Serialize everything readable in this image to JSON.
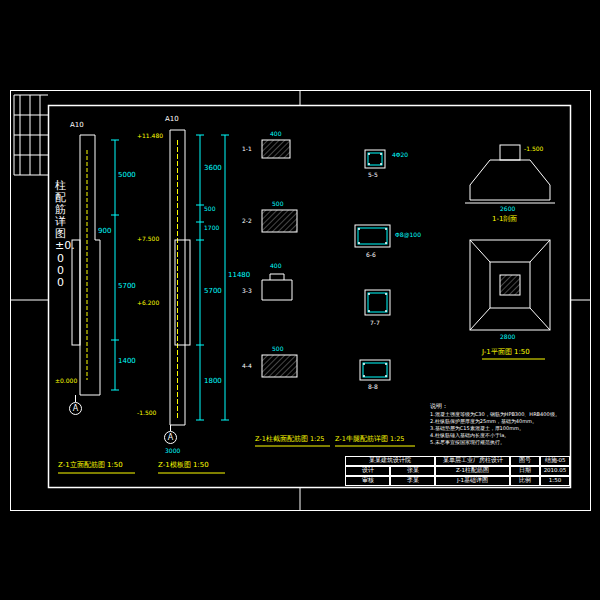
{
  "diagram": {
    "nodes": [
      {
        "text": [
          "A"
        ]
      },
      {
        "text": [
          "A"
        ]
      },
      {
        "text": [
          "某某建筑设计院"
        ]
      },
      {
        "text": [
          "某单层工业厂房柱设计"
        ]
      },
      {
        "text": [
          "图号"
        ]
      },
      {
        "text": [
          "结施-05"
        ]
      },
      {
        "text": [
          "设计"
        ]
      },
      {
        "text": [
          "张某"
        ]
      },
      {
        "text": [
          "Z-1柱配筋图"
        ]
      },
      {
        "text": [
          "日期"
        ]
      },
      {
        "text": [
          "2010.05"
        ]
      },
      {
        "text": [
          "审核"
        ]
      },
      {
        "text": [
          "李某"
        ]
      },
      {
        "text": [
          "J-1基础详图"
        ]
      },
      {
        "text": [
          "比例"
        ]
      },
      {
        "text": [
          "1:50"
        ]
      }
    ],
    "labels": [
      "A10",
      "5000",
      "900",
      "5700",
      "1400",
      "±0.000",
      "A10",
      "3600",
      "500",
      "1700",
      "5700",
      "1800",
      "11480",
      "+11.480",
      "+7.500",
      "+6.200",
      "-1.500",
      "柱配筋详图±0.000",
      "1-1",
      "400",
      "2-2",
      "500",
      "3-3",
      "400",
      "4-4",
      "500",
      "5-5",
      "6-6",
      "7-7",
      "8-8",
      "4Φ20",
      "Φ8@100",
      "-1.500",
      "2600",
      "1-1剖面",
      "2800",
      "J-1平面图 1:50",
      "说明：",
      "1.混凝土强度等级为C30，钢筋为HPB300、HRB400级。",
      "2.柱纵筋保护层厚度为25mm，基础为40mm。",
      "3.基础垫层为C15素混凝土，厚100mm。",
      "4.柱纵筋锚入基础内长度不小于la。",
      "5.未尽事宜按国家现行规范执行。",
      "Z-1立面配筋图 1:50",
      "Z-1模板图 1:50",
      "Z-1柱截面配筋图 1:25",
      "Z-1牛腿配筋详图 1:25",
      "3000"
    ]
  }
}
